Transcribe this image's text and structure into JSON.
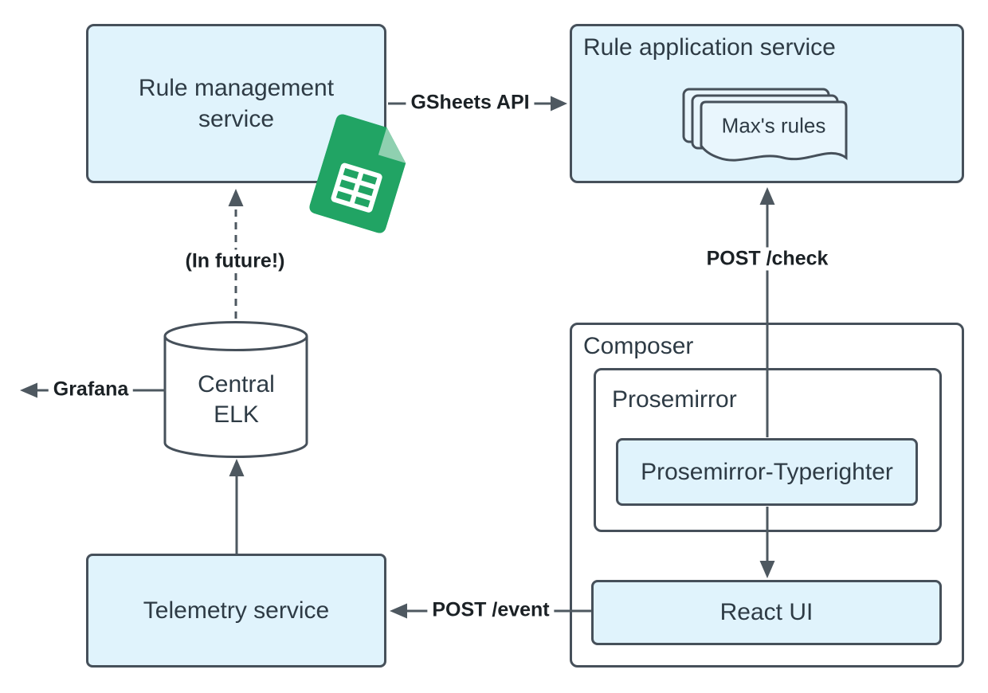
{
  "diagram": {
    "nodes": {
      "rule_management": {
        "label": "Rule management\nservice"
      },
      "rule_application": {
        "label": "Rule application service"
      },
      "max_rules": {
        "label": "Max's rules"
      },
      "central_elk": {
        "label": "Central\nELK"
      },
      "telemetry": {
        "label": "Telemetry service"
      },
      "composer": {
        "label": "Composer"
      },
      "prosemirror": {
        "label": "Prosemirror"
      },
      "prosemirror_typerighter": {
        "label": "Prosemirror-Typerighter"
      },
      "react_ui": {
        "label": "React UI"
      }
    },
    "edges": {
      "gsheets_api": {
        "label": "GSheets API"
      },
      "in_future": {
        "label": "(In future!)"
      },
      "grafana": {
        "label": "Grafana"
      },
      "post_check": {
        "label": "POST /check"
      },
      "post_event": {
        "label": "POST /event"
      }
    },
    "icons": {
      "google_sheets": "google-sheets-icon",
      "database_cylinder": "database-cylinder-icon",
      "document_stack": "document-stack-icon"
    },
    "colors": {
      "node_fill": "#e0f3fc",
      "node_stroke": "#46505a",
      "container_fill": "#ffffff",
      "line": "#4e5860",
      "text": "#2e3b45",
      "label_text": "#1b2125",
      "sheets_green": "#21a464",
      "sheets_fold": "#8fd0b0"
    }
  }
}
